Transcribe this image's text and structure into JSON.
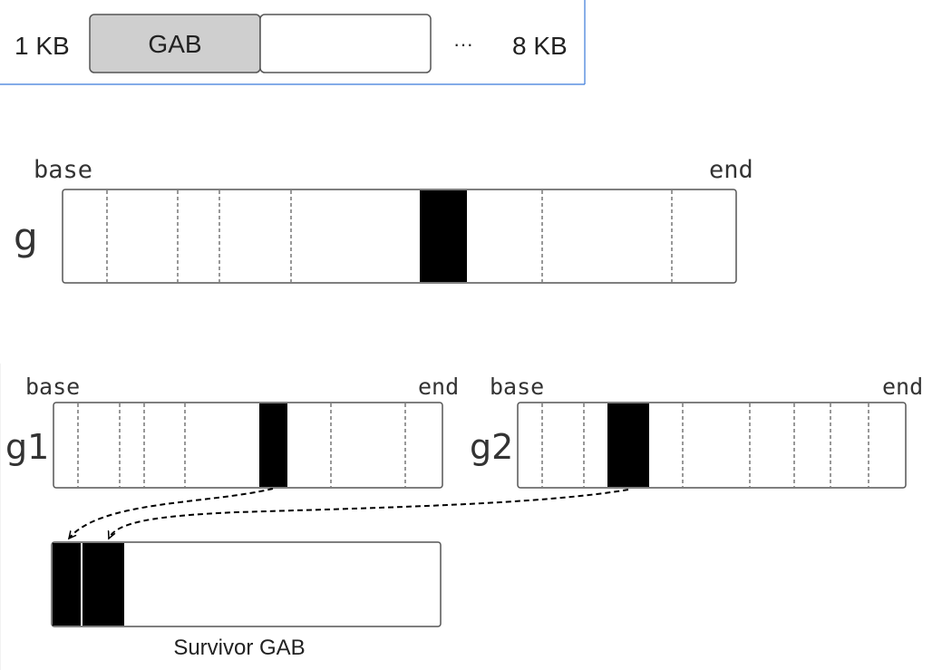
{
  "colors": {
    "box_stroke": "#555555",
    "gab_fill": "#cfcfcf",
    "live_object": "#000000",
    "dashed_separator": "#555555",
    "frame_border": "#3b7ad9"
  },
  "top_row": {
    "left_label": "1 KB",
    "gab_label": "GAB",
    "ellipsis": "···",
    "right_label": "8 KB"
  },
  "gen_g": {
    "name": "g",
    "base_label": "base",
    "end_label": "end"
  },
  "gen_g1": {
    "name": "g1",
    "base_label": "base",
    "end_label": "end"
  },
  "gen_g2": {
    "name": "g2",
    "base_label": "base",
    "end_label": "end"
  },
  "survivor": {
    "label": "Survivor GAB"
  }
}
